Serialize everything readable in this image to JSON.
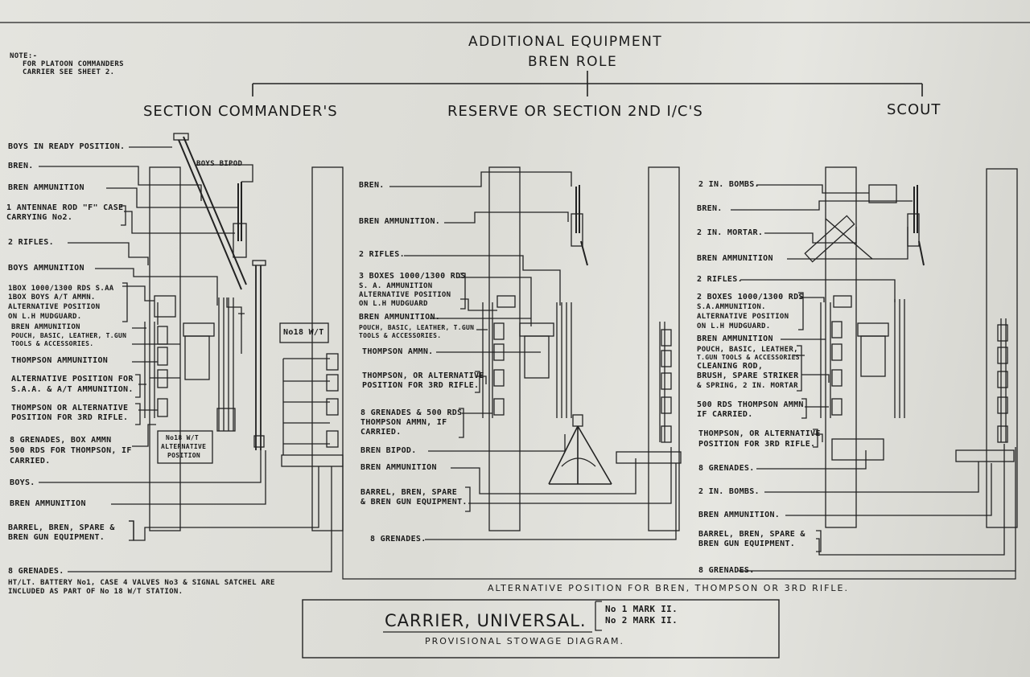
{
  "note": [
    "NOTE:-",
    "FOR PLATOON COMMANDERS",
    "CARRIER SEE SHEET 2."
  ],
  "title": {
    "line1": "ADDITIONAL EQUIPMENT",
    "line2": "BREN ROLE"
  },
  "columns": {
    "section_commanders": {
      "heading": "SECTION COMMANDER'S",
      "labels": [
        "BOYS IN READY POSITION.",
        "BREN.",
        "BOYS BIPOD",
        "BREN AMMUNITION",
        "1 ANTENNAE ROD \"F\" CASE",
        "CARRYING No2.",
        "2 RIFLES.",
        "BOYS AMMUNITION",
        "1BOX 1000/1300 RDS S.AA",
        "1BOX BOYS A/T AMMN.",
        "ALTERNATIVE POSITION",
        "ON L.H MUDGUARD.",
        "BREN AMMUNITION",
        "POUCH, BASIC, LEATHER, T.GUN",
        "TOOLS & ACCESSORIES.",
        "THOMPSON AMMUNITION",
        "ALTERNATIVE POSITION FOR",
        "S.A.A. & A/T AMMUNITION.",
        "THOMPSON OR ALTERNATIVE",
        "POSITION FOR 3RD RIFLE.",
        "8 GRENADES, BOX AMMN",
        "500 RDS FOR THOMPSON, IF",
        "CARRIED.",
        "BOYS.",
        "BREN AMMUNITION",
        "BARREL, BREN, SPARE &",
        "BREN GUN EQUIPMENT.",
        "8 GRENADES."
      ],
      "box1": "No18 W/T",
      "box2": [
        "No18 W/T",
        "ALTERNATIVE",
        "POSITION"
      ],
      "footnote": [
        "HT/LT. BATTERY No1, CASE 4 VALVES No3 & SIGNAL SATCHEL ARE",
        "INCLUDED AS PART OF No 18 W/T STATION."
      ]
    },
    "reserve": {
      "heading": "RESERVE OR SECTION 2ND I/C'S",
      "labels": [
        "BREN.",
        "BREN AMMUNITION.",
        "2 RIFLES.",
        "3 BOXES 1000/1300 RDS",
        "S. A. AMMUNITION",
        "ALTERNATIVE POSITION",
        "ON L.H MUDGUARD",
        "BREN AMMUNITION.",
        "POUCH, BASIC, LEATHER, T.GUN",
        "TOOLS & ACCESSORIES.",
        "THOMPSON AMMN.",
        "THOMPSON, OR ALTERNATIVE",
        "POSITION FOR 3RD RIFLE.",
        "8 GRENADES & 500 RDS",
        "THOMPSON AMMN, IF",
        "CARRIED.",
        "BREN BIPOD.",
        "BREN AMMUNITION",
        "BARREL, BREN, SPARE",
        "& BREN GUN EQUIPMENT.",
        "8 GRENADES."
      ]
    },
    "scout": {
      "heading": "SCOUT",
      "labels": [
        "2 IN. BOMBS.",
        "BREN.",
        "2 IN. MORTAR.",
        "BREN AMMUNITION",
        "2 RIFLES.",
        "2 BOXES 1000/1300 RDS",
        "S.A.AMMUNITION.",
        "ALTERNATIVE POSITION",
        "ON L.H MUDGUARD.",
        "BREN AMMUNITION",
        "POUCH, BASIC, LEATHER,",
        "T.GUN TOOLS & ACCESSORIES",
        "CLEANING ROD,",
        "BRUSH, SPARE STRIKER",
        "& SPRING, 2 IN. MORTAR",
        "500 RDS THOMPSON AMMN",
        "IF CARRIED.",
        "THOMPSON, OR ALTERNATIVE",
        "POSITION FOR 3RD RIFLE.",
        "8 GRENADES.",
        "2 IN. BOMBS.",
        "BREN AMMUNITION.",
        "BARREL, BREN, SPARE &",
        "BREN GUN EQUIPMENT.",
        "8 GRENADES."
      ]
    }
  },
  "alternative_note": "ALTERNATIVE POSITION FOR BREN, THOMPSON OR 3RD RIFLE.",
  "title_block": {
    "name": "CARRIER, UNIVERSAL.",
    "marks": [
      "No 1 MARK II.",
      "No 2 MARK II."
    ],
    "subtitle": "PROVISIONAL STOWAGE DIAGRAM."
  },
  "colors": {
    "paper": "#e0e0db",
    "ink": "#1c1c1c"
  }
}
